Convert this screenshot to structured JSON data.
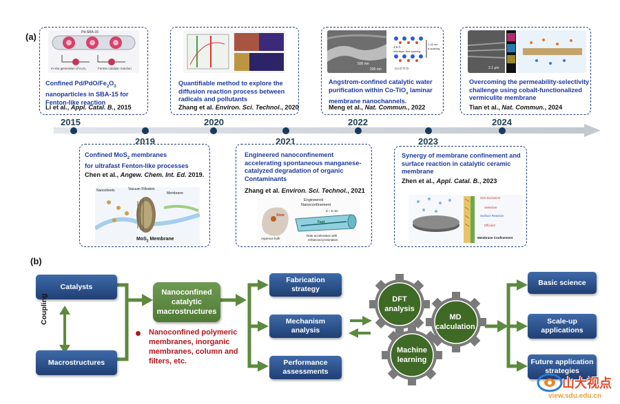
{
  "panel_a": {
    "label": "(a)",
    "cards": [
      {
        "title_l1": "Confined Pd/PdO/Fe",
        "title_sub1": "2",
        "title_mid": "O",
        "title_sub2": "3",
        "title_l2": "nanoparticles in SBA-15 for",
        "title_l3": "Fenton-like reaction",
        "ref_author": "Li et al., ",
        "ref_journal": "Appl. Catal. B.",
        "ref_year": ", 2015"
      },
      {
        "title_l1": "Quantifiable method to explore the",
        "title_l2": "diffusion reaction process between",
        "title_l3": "radicals and pollutants",
        "ref_author": "Zhang et al. ",
        "ref_journal": "Environ. Sci. Technol.",
        "ref_year": ", 2020"
      },
      {
        "title_l1": "Angstrom-confined catalytic water",
        "title_l2a": "purification within Co-TiO",
        "title_sub": "x",
        "title_l2b": " laminar",
        "title_l3": "membrane nanochannels.",
        "ref_author": "Meng et al., ",
        "ref_journal": "Nat. Commun.",
        "ref_year": ", 2022"
      },
      {
        "title_l1": "Overcoming the permeability-selectivity",
        "title_l2": "challenge using  cobalt-functionalized",
        "title_l3": "vermiculite membrane",
        "ref_author": "Tian et al., ",
        "ref_journal": "Nat. Commun.",
        "ref_year": ", 2024"
      },
      {
        "title_l1a": "Confined MoS",
        "title_sub": "2",
        "title_l1b": " membranes",
        "title_l2": "for ultrafast Fenton-like processes",
        "ref_author": "Chen et al., ",
        "ref_journal": "Angew. Chem. Int. Ed.",
        "ref_year": " 2019."
      },
      {
        "title_l1": "Engineered nanoconfinement",
        "title_l2": "accelerating spontaneous manganese-",
        "title_l3": "catalyzed degradation of organic",
        "title_l4": "Contaminants",
        "ref_author": "Zhang et al. ",
        "ref_journal": "Environ. Sci. Technol.",
        "ref_year": ", 2021"
      },
      {
        "title_l1": "Synergy of membrane confinement and",
        "title_l2": "surface reaction in catalytic ceramic",
        "title_l3": "membrane",
        "ref_author": "Zhen et al., ",
        "ref_journal": "Appl. Catal. B.",
        "ref_year": ",  2023"
      }
    ],
    "years_top": [
      "2015",
      "2020",
      "2022",
      "2024"
    ],
    "years_bottom": [
      "2019",
      "2021",
      "2023"
    ],
    "thumb_text": {
      "t1_a": "Pd-SBA-15",
      "t1_b": "In-situ generation of H₂O₂",
      "t1_c": "Fenton catalytic reaction",
      "t3_scale": "500 nm",
      "t3_scale2": "200 nm",
      "t3_gap": "4.6 Å",
      "t3_gap2": "interlayer free spacing",
      "t3_spacing": "1.16 nm",
      "t3_spacing2": "d-spacing",
      "t3_legend": "Co   O   Ti   O",
      "t4_scale": "2.1 μm",
      "t5_sheets": "Nanosheets",
      "t5_vac": "Vacuum Filtration",
      "t5_mem": "Membrane",
      "t5_label": "MoS",
      "t5_label_sub": "2",
      "t5_label_end": " Membrane",
      "t6_title": "Engineered",
      "t6_title2": "Nanoconfinement",
      "t6_slow": "Slow",
      "t6_fast": "Fast",
      "t6_size": "d ~ 5 nm",
      "t6_bulk": "Aqueous bulk",
      "t6_rate": "Rate acceleration with",
      "t6_rate2": "enhanced protonation",
      "t7_a": "Size Exclusion",
      "t7_b": "Selective",
      "t7_c": "Surface Reaction",
      "t7_d": "Efficient",
      "t7_e": "Membrane Confinement"
    }
  },
  "panel_b": {
    "label": "(b)",
    "catalysts": "Catalysts",
    "coupling": "Coupling",
    "macrostructures": "Macrostructures",
    "center": "Nanoconfined catalytic macrostructures",
    "center_l1": "Nanoconfined",
    "center_l2": "catalytic",
    "center_l3": "macrostructures",
    "bullet_l1": "Nanoconfined polymeric",
    "bullet_l2": "membranes, inorganic",
    "bullet_l3": "membranes, column and",
    "bullet_l4": "filters, etc.",
    "mid": [
      {
        "l1": "Fabrication",
        "l2": "strategy"
      },
      {
        "l1": "Mechanism",
        "l2": "analysis"
      },
      {
        "l1": "Performance",
        "l2": "assessments"
      }
    ],
    "gears": [
      {
        "l1": "DFT",
        "l2": "analysis"
      },
      {
        "l1": "MD",
        "l2": "calculation"
      },
      {
        "l1": "Machine",
        "l2": "learning"
      }
    ],
    "right": [
      {
        "l1": "Basic science",
        "l2": ""
      },
      {
        "l1": "Scale-up",
        "l2": "applications"
      },
      {
        "l1": "Future application",
        "l2": "strategies"
      }
    ]
  },
  "watermark": {
    "brand": "山大视点",
    "url": "view.sdu.edu.cn"
  },
  "colors": {
    "accent_blue": "#1d3aa0",
    "node_dark": "#203f74",
    "green": "#5c8a3e",
    "red": "#b3151b",
    "timeline": "#c8ccd2"
  }
}
